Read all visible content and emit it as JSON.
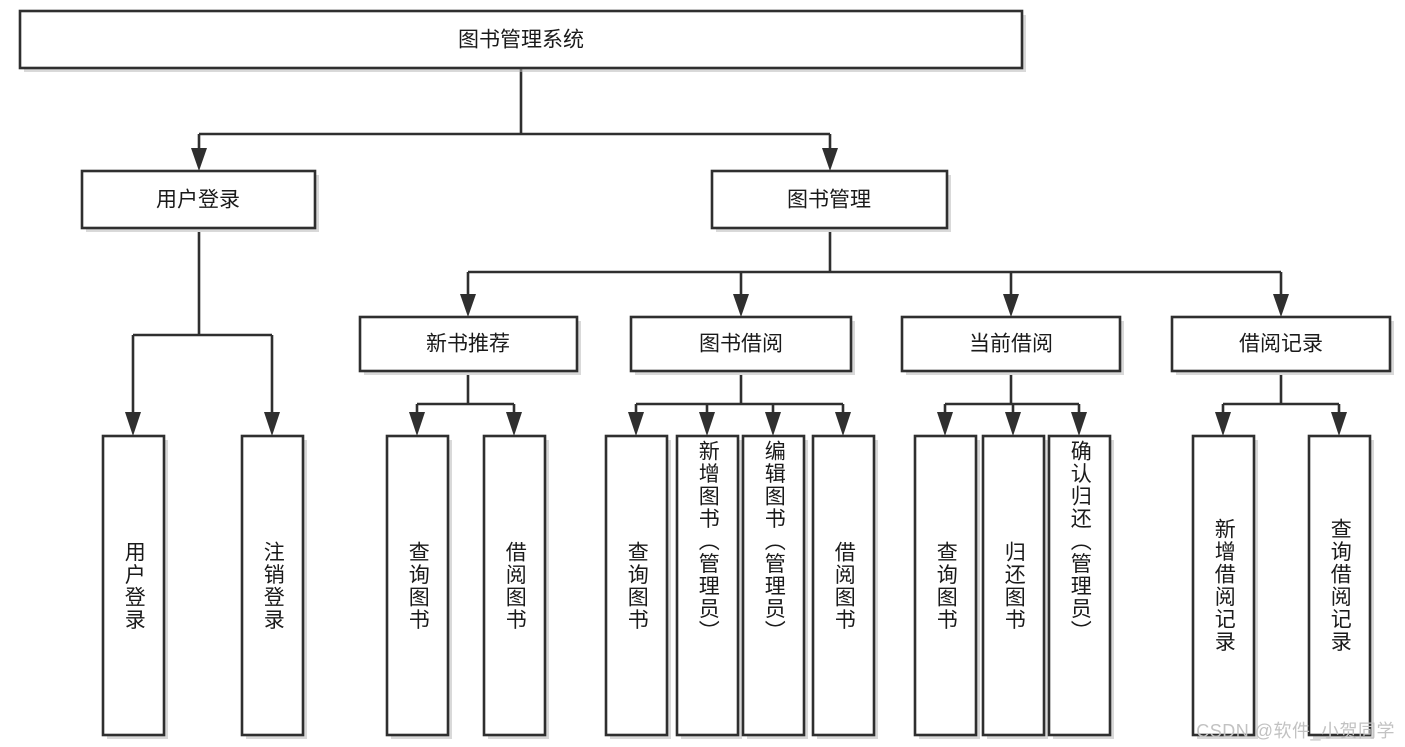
{
  "diagram": {
    "type": "hierarchy-tree",
    "root": {
      "id": "root",
      "label": "图书管理系统",
      "orientation": "horizontal"
    },
    "level1": [
      {
        "id": "user-login",
        "label": "用户登录",
        "orientation": "horizontal"
      },
      {
        "id": "book-management",
        "label": "图书管理",
        "orientation": "horizontal"
      }
    ],
    "level2": [
      {
        "id": "new-book-recommend",
        "label": "新书推荐",
        "orientation": "horizontal",
        "parent": "book-management"
      },
      {
        "id": "book-borrow",
        "label": "图书借阅",
        "orientation": "horizontal",
        "parent": "book-management"
      },
      {
        "id": "current-borrow",
        "label": "当前借阅",
        "orientation": "horizontal",
        "parent": "book-management"
      },
      {
        "id": "borrow-record",
        "label": "借阅记录",
        "orientation": "horizontal",
        "parent": "book-management"
      }
    ],
    "leaves": [
      {
        "id": "leaf-user-login",
        "label": "用户登录",
        "orientation": "vertical",
        "parent": "user-login"
      },
      {
        "id": "leaf-logout",
        "label": "注销登录",
        "orientation": "vertical",
        "parent": "user-login"
      },
      {
        "id": "leaf-query-book-1",
        "label": "查询图书",
        "orientation": "vertical",
        "parent": "new-book-recommend"
      },
      {
        "id": "leaf-borrow-book-1",
        "label": "借阅图书",
        "orientation": "vertical",
        "parent": "new-book-recommend"
      },
      {
        "id": "leaf-query-book-2",
        "label": "查询图书",
        "orientation": "vertical",
        "parent": "book-borrow"
      },
      {
        "id": "leaf-add-book",
        "label": "新增图书（管理员）",
        "orientation": "vertical",
        "parent": "book-borrow"
      },
      {
        "id": "leaf-edit-book",
        "label": "编辑图书（管理员）",
        "orientation": "vertical",
        "parent": "book-borrow"
      },
      {
        "id": "leaf-borrow-book-2",
        "label": "借阅图书",
        "orientation": "vertical",
        "parent": "book-borrow"
      },
      {
        "id": "leaf-query-book-3",
        "label": "查询图书",
        "orientation": "vertical",
        "parent": "current-borrow"
      },
      {
        "id": "leaf-return-book",
        "label": "归还图书",
        "orientation": "vertical",
        "parent": "current-borrow"
      },
      {
        "id": "leaf-confirm-return",
        "label": "确认归还（管理员）",
        "orientation": "vertical",
        "parent": "current-borrow"
      },
      {
        "id": "leaf-add-record",
        "label": "新增借阅记录",
        "orientation": "vertical",
        "parent": "borrow-record"
      },
      {
        "id": "leaf-query-record",
        "label": "查询借阅记录",
        "orientation": "vertical",
        "parent": "borrow-record"
      }
    ]
  },
  "watermark": {
    "text": "CSDN @软件_小贺同学"
  },
  "colors": {
    "stroke": "#2f2f2f",
    "box_fill": "#ffffff",
    "text": "#1a1a1a",
    "background": "#ffffff",
    "watermark": "#c2c2c2",
    "shadow": "#b9b9b9"
  }
}
